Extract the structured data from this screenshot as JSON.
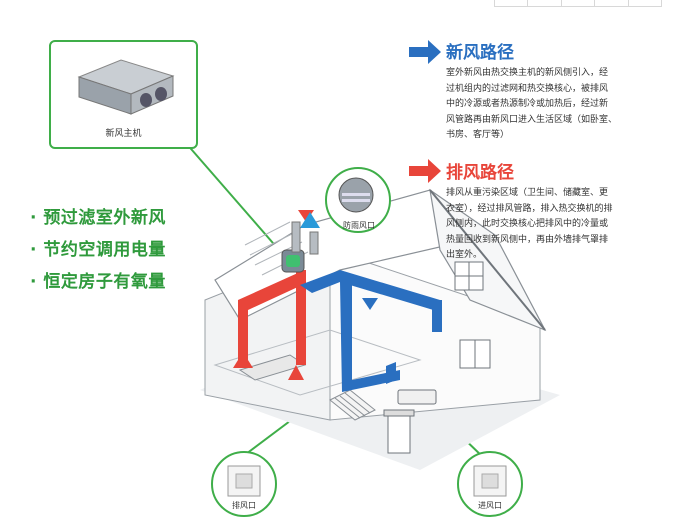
{
  "unit": {
    "label": "新风主机"
  },
  "benefits": [
    "预过滤室外新风",
    "节约空调用电量",
    "恒定房子有氧量"
  ],
  "fresh_air_route": {
    "title": "新风路径",
    "text_lines": [
      "室外新风由热交换主机的新风侧引入，经",
      "过机组内的过滤网和热交换核心，被排风",
      "中的冷源或者热源制冷或加热后，经过新",
      "风管路再由新风口进入生活区域（如卧室、",
      "书房、客厅等）"
    ]
  },
  "exhaust_route": {
    "title": "排风路径",
    "text_lines": [
      "排风从重污染区域（卫生间、储藏室、更",
      "衣室），经过排风管路，排入热交换机的排",
      "风侧内，此时交换核心把排风中的冷量或",
      "热量回收到新风侧中，再由外墙排气罩排",
      "出室外。"
    ]
  },
  "vents": {
    "rain_cap": "防雨风口",
    "exhaust_vent": "排风口",
    "supply_vent": "进风口"
  },
  "colors": {
    "accent_green": "#3fae49",
    "fresh_blue": "#2a6fc0",
    "exhaust_red": "#e8453a"
  }
}
